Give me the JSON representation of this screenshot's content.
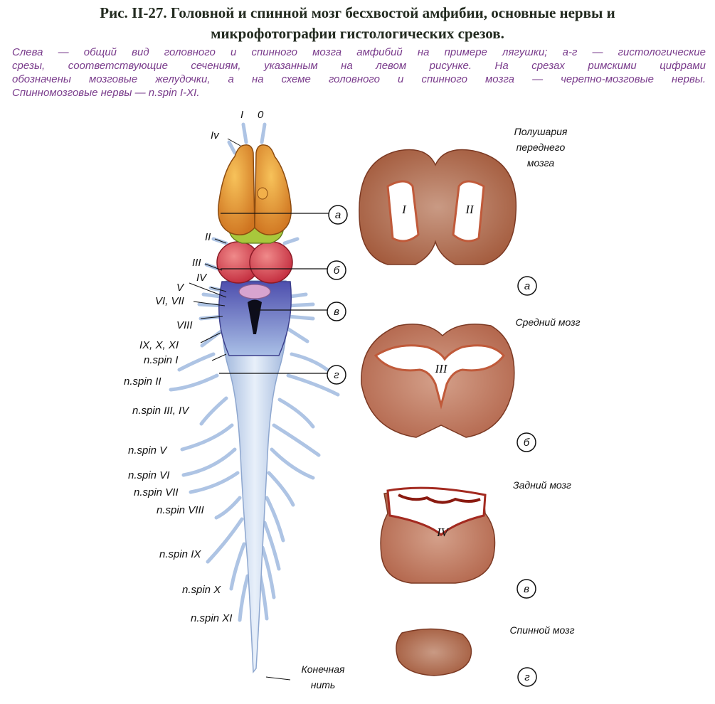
{
  "header": {
    "title_line1": "Рис. II-27. Головной и спинной мозг бесхвостой амфибии, основные нервы и",
    "title_line2": "микрофотографии гистологических срезов."
  },
  "caption": {
    "line1": "Слева — общий вид головного и спинного мозга амфибий на примере лягушки; а-г — гистологические",
    "line2": "срезы, соответствующие сечениям, указанным на левом рисунке. На срезах римскими цифрами",
    "line3": "обозначены мозговые желудочки, а на схеме головного и спинного мозга — черепно-мозговые нервы.",
    "line4": "Спинномозговые нервы — n.spin I-XI."
  },
  "brain_labels": {
    "n_I": "I",
    "n_0": "0",
    "n_IV_top": "Iv",
    "n_II": "II",
    "n_III": "III",
    "n_IV": "IV",
    "n_V": "V",
    "n_VI_VII": "VI, VII",
    "n_VIII": "VIII",
    "n_IX_X_XI": "IX, X, XI",
    "spin_I": "n.spin I",
    "spin_II": "n.spin II",
    "spin_III_IV": "n.spin III, IV",
    "spin_V": "n.spin V",
    "spin_VI": "n.spin VI",
    "spin_VII": "n.spin VII",
    "spin_VIII": "n.spin VIII",
    "spin_IX": "n.spin IX",
    "spin_X": "n.spin X",
    "spin_XI": "n.spin XI",
    "filum_1": "Конечная",
    "filum_2": "нить"
  },
  "section_markers": {
    "a": "а",
    "b": "б",
    "v": "в",
    "g": "г"
  },
  "sections": {
    "forebrain_1": "Полушария",
    "forebrain_2": "переднего",
    "forebrain_3": "мозга",
    "forebrain_left": "I",
    "forebrain_right": "II",
    "midbrain": "Средний мозг",
    "midbrain_ventricle": "III",
    "hindbrain": "Задний мозг",
    "hindbrain_ventricle": "IV",
    "spinal": "Спинной мозг"
  },
  "colors": {
    "title": "#222a1f",
    "caption": "#7a3c8c",
    "forebrain": "#e89a2e",
    "diencephalon": "#a6c83a",
    "midbrain": "#d9475a",
    "hindbrain": "#5a5fb8",
    "spinal_cord": "#bcd2ec",
    "tissue": "#b0674e"
  }
}
